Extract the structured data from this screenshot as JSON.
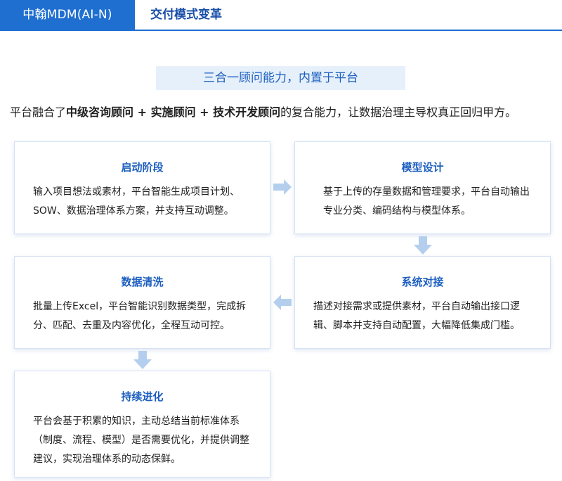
{
  "header": {
    "brand": "中翰MDM(AI-N)",
    "section_title": "交付模式变革"
  },
  "subtitle": "三合一顾问能力，内置于平台",
  "intro": {
    "prefix": "平台融合了",
    "highlight": "中级咨询顾问 + 实施顾问 + 技术开发顾问",
    "suffix": "的复合能力，让数据治理主导权真正回归甲方。"
  },
  "steps": [
    {
      "title": "启动阶段",
      "body": "输入项目想法或素材，平台智能生成项目计划、SOW、数据治理体系方案，并支持互动调整。"
    },
    {
      "title": "模型设计",
      "body": "基于上传的存量数据和管理要求，平台自动输出专业分类、编码结构与模型体系。"
    },
    {
      "title": "系统对接",
      "body": "描述对接需求或提供素材，平台自动输出接口逻辑、脚本并支持自动配置，大幅降低集成门槛。"
    },
    {
      "title": "数据清洗",
      "body": "批量上传Excel，平台智能识别数据类型，完成拆分、匹配、去重及内容优化，全程互动可控。"
    },
    {
      "title": "持续进化",
      "body": "平台会基于积累的知识，主动总结当前标准体系（制度、流程、模型）是否需要优化，并提供调整建议，实现治理体系的动态保鲜。"
    }
  ],
  "colors": {
    "brand_blue": "#1f6fd1",
    "title_blue": "#1d5fbf",
    "subtitle_bg": "#e6f0fa",
    "arrow": "#b4cfee"
  }
}
